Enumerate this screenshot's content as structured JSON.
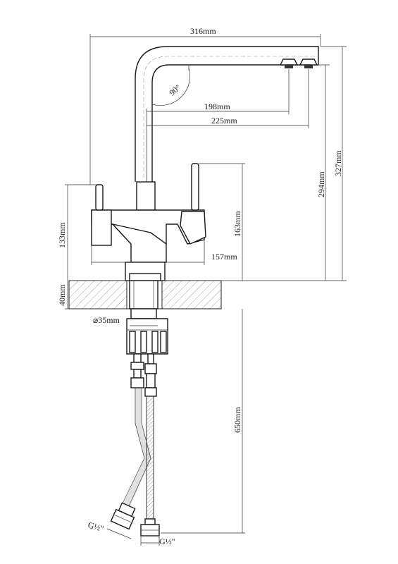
{
  "dimensions": {
    "spout_reach": "316mm",
    "angle": "90°",
    "outlet_1_reach": "198mm",
    "outlet_2_reach": "225mm",
    "outlet_height": "294mm",
    "total_height": "327mm",
    "body_height": "133mm",
    "lever_height": "163mm",
    "body_width": "157mm",
    "countertop_thickness": "40mm",
    "hole_diameter": "⌀35mm",
    "hose_length": "650mm",
    "thread_left": "G½\"",
    "thread_bottom": "G½\""
  }
}
